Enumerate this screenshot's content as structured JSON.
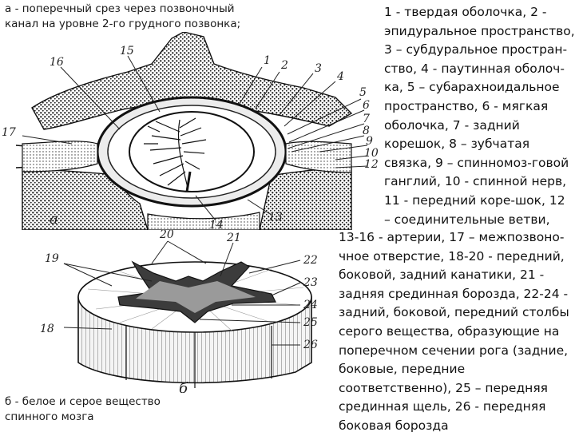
{
  "caption_a": [
    "а - поперечный срез через позвоночный",
    "канал на уровне 2-го грудного позвонка;"
  ],
  "caption_b": [
    "б - белое и серое вещество",
    "спинного мозга"
  ],
  "legend_top": [
    "1 - твердая оболочка, 2 -",
    "эпидуральное пространство,",
    "3 – субдуральное простран-",
    "ство, 4 - паутинная оболоч-",
    "ка, 5 – субарахноидальное",
    "пространство, 6 - мягкая",
    "оболочка, 7 - задний",
    "корешок, 8 – зубчатая",
    "связка, 9 – спинномоз-говой",
    "ганглий, 10 - спинной нерв,",
    "11 - передний коре-шок, 12",
    "– соединительные ветви,"
  ],
  "legend_bottom": [
    "13-16 -  артерии, 17 – межпозвоно-",
    "чное отверстие, 18-20 - передний,",
    "боковой, задний канатики, 21 -",
    "задняя срединная борозда, 22-24 -",
    "задний, боковой, передний столбы",
    "серого вещества, образующие на",
    "поперечном сечении рога (задние,",
    "боковые, передние",
    "соответственно), 25 – передняя",
    "срединная щель, 26 - передняя",
    "боковая борозда"
  ],
  "figure_a": {
    "letter": "а",
    "numbers_right": [
      "1",
      "2",
      "3",
      "4",
      "5",
      "6",
      "7",
      "8",
      "9",
      "10",
      "12"
    ],
    "numbers_left": [
      "16",
      "15",
      "17"
    ],
    "numbers_bottom": [
      "14",
      "13"
    ]
  },
  "figure_b": {
    "letter": "б",
    "numbers_left": [
      "19",
      "18"
    ],
    "numbers_top": [
      "20",
      "21"
    ],
    "numbers_right": [
      "22",
      "23",
      "24",
      "25",
      "26"
    ]
  }
}
